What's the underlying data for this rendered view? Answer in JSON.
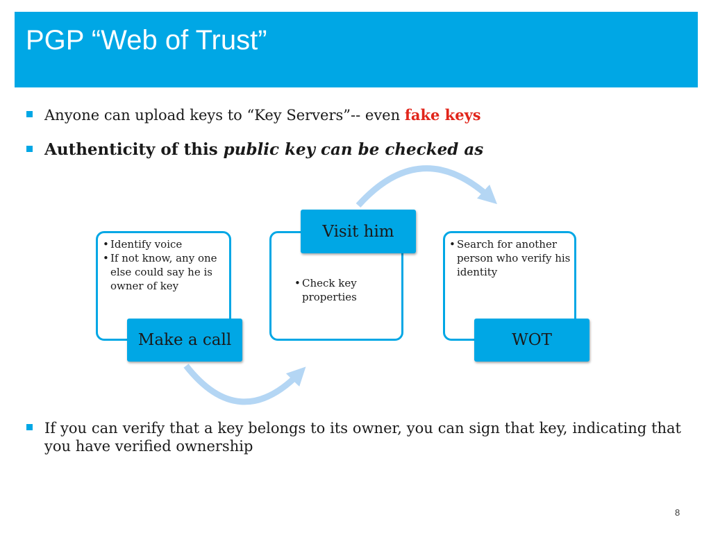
{
  "slide": {
    "title": "PGP “Web of Trust”",
    "page_number": "8"
  },
  "bullets": {
    "upload": {
      "text": "Anyone can upload keys to “Key Servers”-- even ",
      "highlight": "fake keys"
    },
    "authenticity": {
      "text": "Authenticity of this ",
      "emphasis": "public key can be checked as"
    },
    "verify": {
      "text": "If you can verify that a key belongs to its owner, you can sign that key, indicating that you have verified ownership"
    }
  },
  "diagram": {
    "steps": [
      {
        "label": "Make a call",
        "items": [
          "Identify voice",
          "If not know, any one else could say he is owner of key"
        ]
      },
      {
        "label": "Visit him",
        "items": [
          "Check key properties"
        ]
      },
      {
        "label": "WOT",
        "items": [
          "Search for another person who verify his identity"
        ]
      }
    ]
  },
  "colors": {
    "accent": "#00a7e5",
    "arrow": "#b4d6f4",
    "highlight": "#e1251b"
  }
}
